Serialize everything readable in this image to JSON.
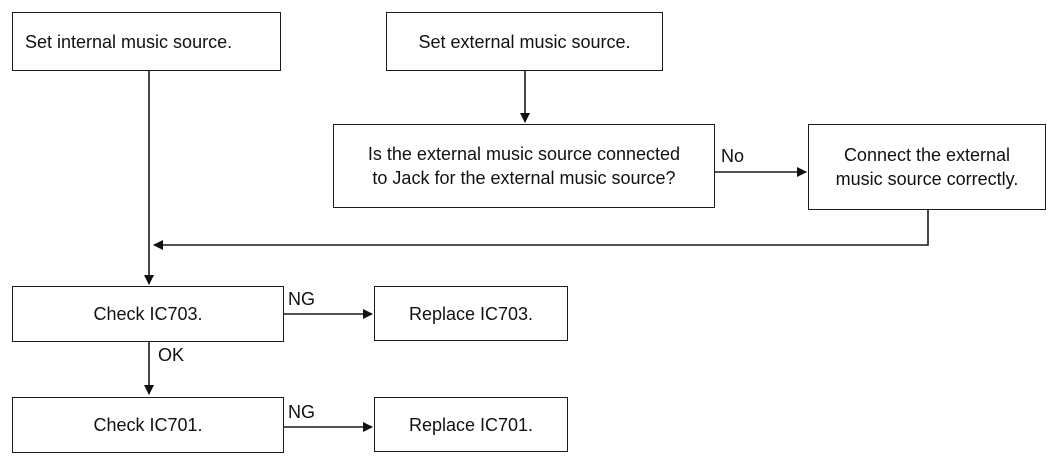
{
  "flowchart": {
    "nodes": {
      "set_internal": "Set internal music source.",
      "set_external": "Set external music source.",
      "question_line1": "Is the external music source connected",
      "question_line2": "to Jack for the external music source?",
      "connect_line1": "Connect the external",
      "connect_line2": "music source correctly.",
      "check_ic703": "Check IC703.",
      "replace_ic703": "Replace IC703.",
      "check_ic701": "Check IC701.",
      "replace_ic701": "Replace IC701."
    },
    "edge_labels": {
      "no": "No",
      "ng_ic703": "NG",
      "ok": "OK",
      "ng_ic701": "NG"
    }
  }
}
